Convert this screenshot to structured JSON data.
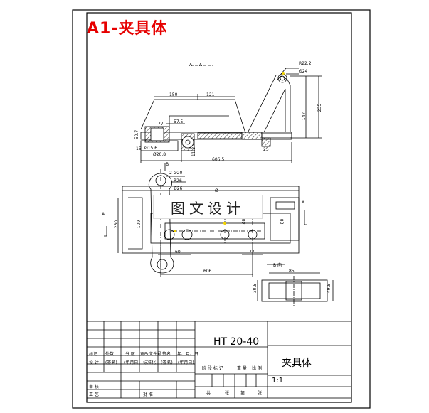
{
  "title": "A1-夹具体",
  "watermark": "图文设计",
  "view_labels": {
    "section_top": "A — A",
    "arrow_a_left": "A",
    "arrow_a_right": "A",
    "b_arrow": "B",
    "b_view": "B 向"
  },
  "dimensions": {
    "d150": "150",
    "d121": "121",
    "r22": "R22.2",
    "phi24": "Ø24",
    "d235": "235",
    "d147": "147",
    "d77": "77",
    "d57_5": "57.5",
    "d50_7": "50.7",
    "d15": "15",
    "d15_6": "Ø15.6",
    "phi20_8": "Ø20.8",
    "d11_3": "11.3",
    "d25": "25",
    "d606_5": "606.5",
    "phi20x2": "2-Ø20",
    "r26": "R26",
    "phi26": "Ø26",
    "phi_mark": "Ø",
    "d230": "230",
    "d109": "109",
    "d60": "60",
    "d77b": "77",
    "d606": "606",
    "d40": "40",
    "d80": "80",
    "d85": "85",
    "d30_5": "30.5",
    "d49_5": "49.5"
  },
  "title_block": {
    "material": "HT 20-40",
    "part_name": "夹具体",
    "scale": "1:1",
    "row_labels": {
      "marking": "标记",
      "count": "处数",
      "zone": "分 区",
      "change_doc": "更改文件号",
      "signature": "签名",
      "date": "年、月、日"
    },
    "design_row": {
      "design": "设 计",
      "sign": "(签名)",
      "date": "(年月日)",
      "standard": "标准化",
      "sign2": "(签名)",
      "date2": "(年月日)"
    },
    "stage_row": {
      "stage_mark": "阶 段 标 记",
      "weight": "重 量",
      "ratio": "比 例"
    },
    "check": "审 核",
    "process": "工 艺",
    "approve": "批 准",
    "sheets": {
      "total": "共",
      "sheet": "张",
      "no": "第",
      "sheet2": "张"
    }
  }
}
